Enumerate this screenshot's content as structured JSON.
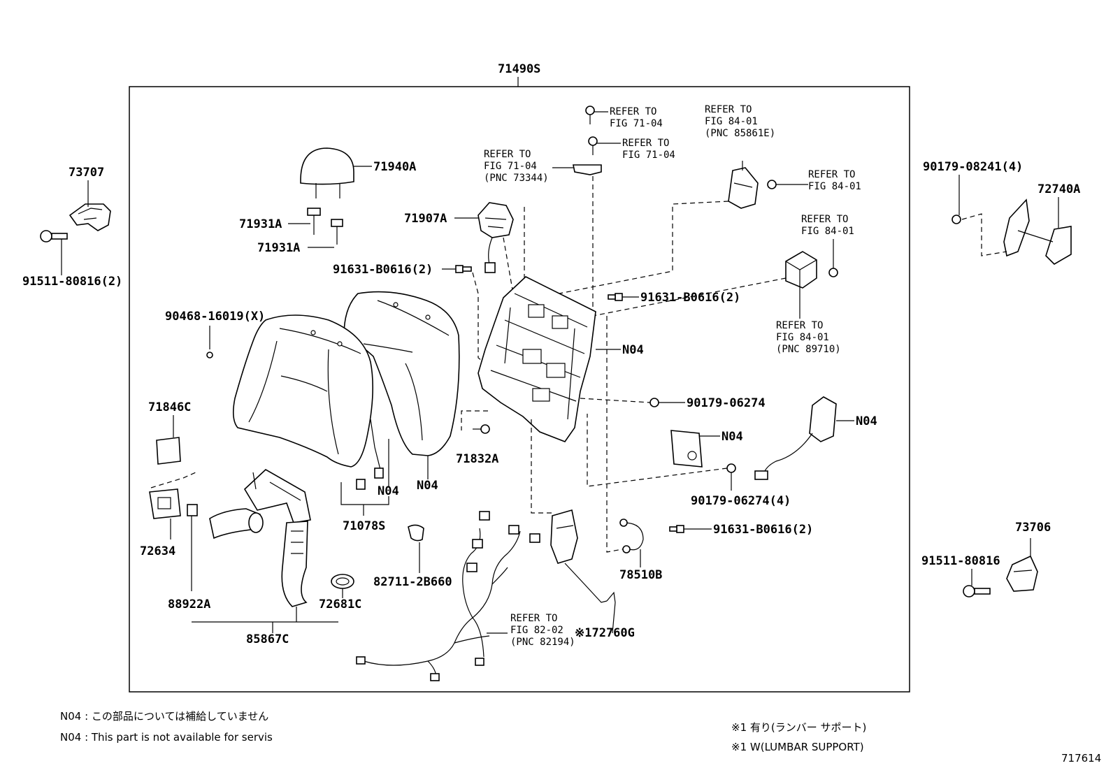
{
  "assembly": {
    "label": "71490S"
  },
  "parts": {
    "p73707": "73707",
    "p91511_80816_2": "91511-80816(2)",
    "p71940A": "71940A",
    "p71931A_a": "71931A",
    "p71931A_b": "71931A",
    "p71907A": "71907A",
    "p91631_B0616_2_a": "91631-B0616(2)",
    "p90468_16019": "90468-16019(X)",
    "p71846C": "71846C",
    "p72634": "72634",
    "p88922A": "88922A",
    "p85867C": "85867C",
    "p72681C": "72681C",
    "p71078S": "71078S",
    "p82711_2B660": "82711-2B660",
    "p71832A": "71832A",
    "p91631_B0616_2_b": "91631-B0616(2)",
    "p90179_06274": "90179-06274",
    "p90179_06274_4": "90179-06274(4)",
    "p91631_B0616_2_c": "91631-B0616(2)",
    "p78510B": "78510B",
    "p72760G": "※172760G",
    "p90179_08241_4": "90179-08241(4)",
    "p72740A": "72740A",
    "p73706": "73706",
    "p91511_80816": "91511-80816",
    "n04_seatback": "N04",
    "n04_cover": "N04",
    "n04_frame": "N04",
    "n04_module": "N04",
    "n04_lumbar": "N04"
  },
  "references": {
    "r1": {
      "l1": "REFER TO",
      "l2": "FIG 71-04"
    },
    "r2": {
      "l1": "REFER TO",
      "l2": "FIG 71-04"
    },
    "r3": {
      "l1": "REFER TO",
      "l2": "FIG 71-04",
      "l3": "(PNC 73344)"
    },
    "r4": {
      "l1": "REFER TO",
      "l2": "FIG 84-01",
      "l3": "(PNC 85861E)"
    },
    "r5": {
      "l1": "REFER TO",
      "l2": "FIG 84-01"
    },
    "r6": {
      "l1": "REFER TO",
      "l2": "FIG 84-01"
    },
    "r7": {
      "l1": "REFER TO",
      "l2": "FIG 84-01",
      "l3": "(PNC 89710)"
    },
    "r8": {
      "l1": "REFER TO",
      "l2": "FIG 82-02",
      "l3": "(PNC 82194)"
    }
  },
  "notes": {
    "n04_jp": "N04 : この部品については補給していません",
    "n04_en": "N04 : This part is not available for servis",
    "lumbar_jp": "※1 有り(ランバー サポート)",
    "lumbar_en": "※1 W(LUMBAR SUPPORT)"
  },
  "figure_id": "717614"
}
